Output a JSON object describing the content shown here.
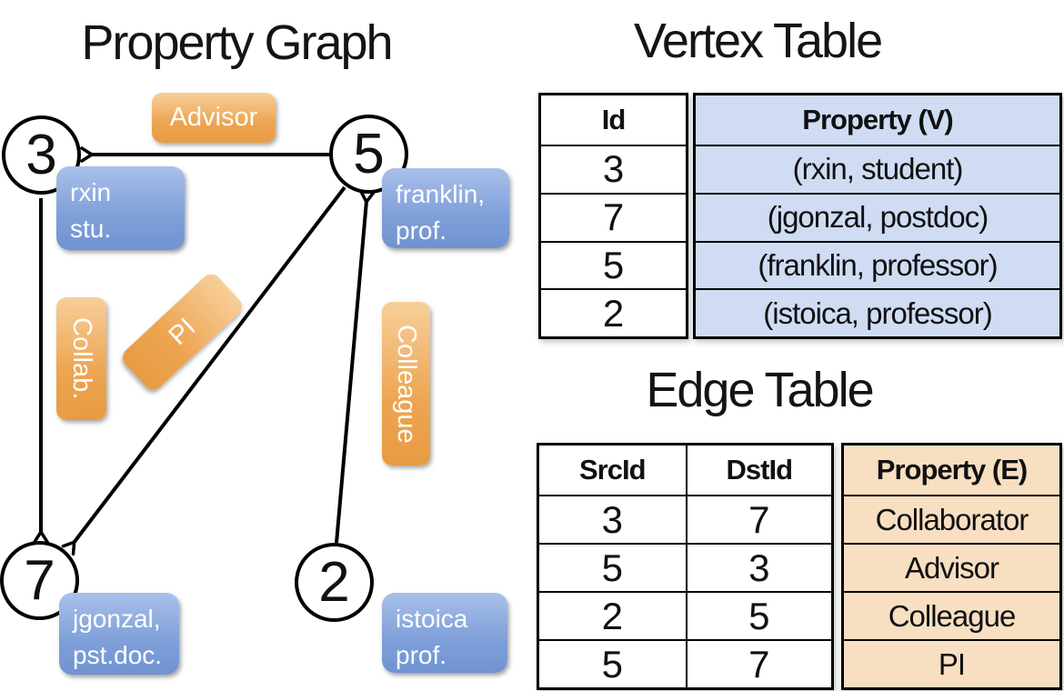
{
  "graph": {
    "title": "Property Graph",
    "nodes": [
      {
        "id": "3",
        "property_lines": [
          "rxin",
          "stu."
        ]
      },
      {
        "id": "5",
        "property_lines": [
          "franklin,",
          "prof."
        ]
      },
      {
        "id": "7",
        "property_lines": [
          "jgonzal,",
          "pst.doc."
        ]
      },
      {
        "id": "2",
        "property_lines": [
          "istoica",
          "prof."
        ]
      }
    ],
    "edge_labels": {
      "advisor": "Advisor",
      "collab": "Collab.",
      "pi": "PI",
      "colleague": "Colleague"
    },
    "edges": [
      {
        "from": "5",
        "to": "3",
        "label": "Advisor"
      },
      {
        "from": "3",
        "to": "7",
        "label": "Collab."
      },
      {
        "from": "5",
        "to": "7",
        "label": "PI"
      },
      {
        "from": "2",
        "to": "5",
        "label": "Colleague"
      }
    ]
  },
  "vertex_table": {
    "title": "Vertex Table",
    "headers": [
      "Id",
      "Property (V)"
    ],
    "rows": [
      {
        "id": "3",
        "property": "(rxin, student)"
      },
      {
        "id": "7",
        "property": "(jgonzal, postdoc)"
      },
      {
        "id": "5",
        "property": "(franklin, professor)"
      },
      {
        "id": "2",
        "property": "(istoica, professor)"
      }
    ]
  },
  "edge_table": {
    "title": "Edge Table",
    "headers": [
      "SrcId",
      "DstId",
      "Property (E)"
    ],
    "rows": [
      {
        "src": "3",
        "dst": "7",
        "property": "Collaborator"
      },
      {
        "src": "5",
        "dst": "3",
        "property": "Advisor"
      },
      {
        "src": "2",
        "dst": "5",
        "property": "Colleague"
      },
      {
        "src": "5",
        "dst": "7",
        "property": "PI"
      }
    ]
  },
  "colors": {
    "edge_label_orange": "#eda551",
    "vertex_property_blue": "#7e9fd9",
    "vertex_table_fill": "#cfdcf3",
    "edge_table_fill": "#f8dfc2",
    "line_stroke": "#000000",
    "background": "#ffffff"
  }
}
